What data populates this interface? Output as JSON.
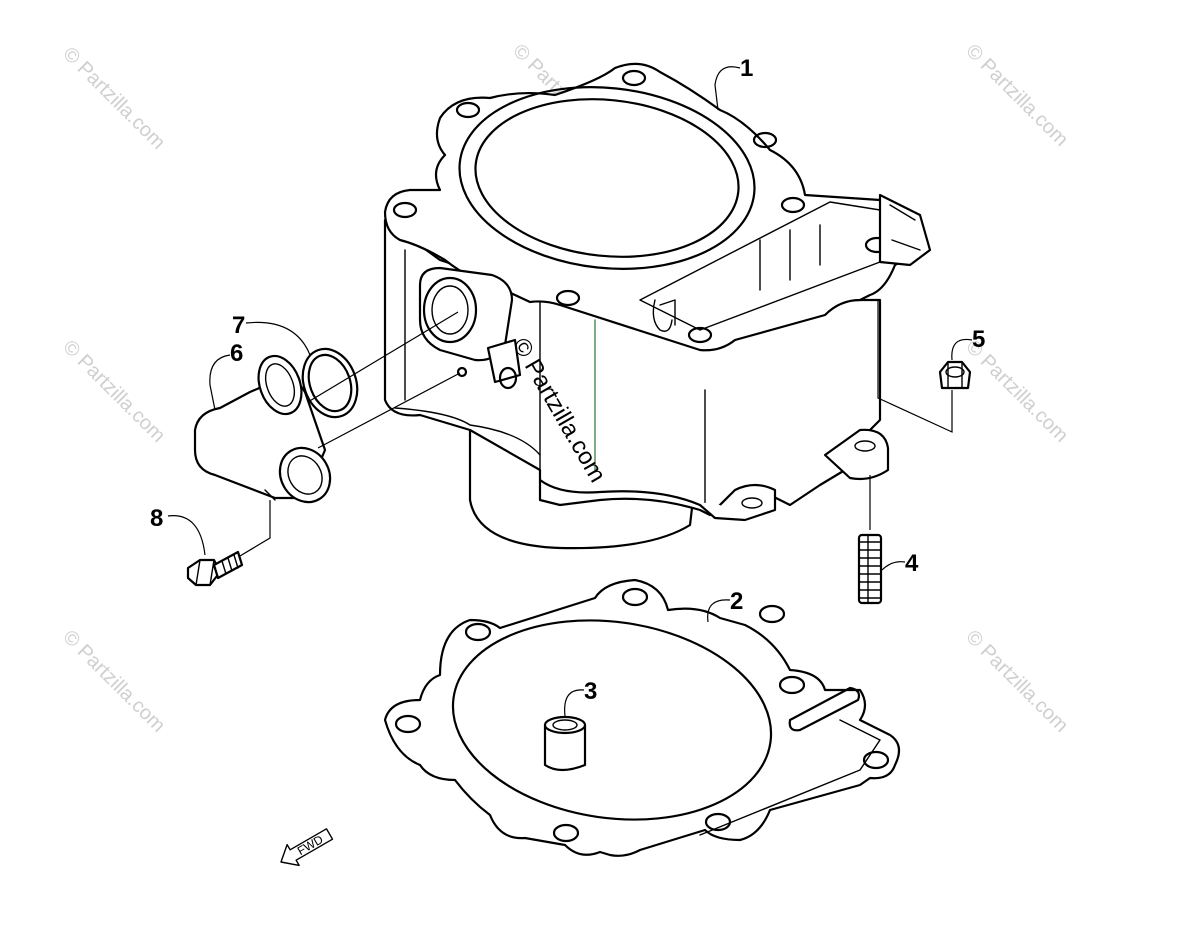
{
  "watermark": {
    "text": "© Partzilla.com",
    "main_text": "© Partzilla.com"
  },
  "callouts": {
    "c1": "1",
    "c2": "2",
    "c3": "3",
    "c4": "4",
    "c5": "5",
    "c6": "6",
    "c7": "7",
    "c8": "8"
  },
  "direction_indicator": {
    "label": "FWD"
  }
}
